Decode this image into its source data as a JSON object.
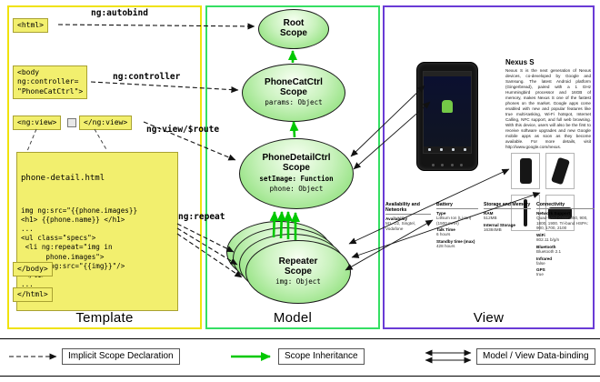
{
  "panels": {
    "template": "Template",
    "model": "Model",
    "view": "View"
  },
  "template": {
    "html_open": "<html>",
    "autobind_label": "ng:autobind",
    "body_open": "<body\nng:controller=\n\"PhoneCatCtrl\">",
    "controller_label": "ng:controller",
    "ngview_open": "<ng:view>",
    "ngview_close": "</ng:view>",
    "view_route_label": "ng:view/$route",
    "detail_file": "phone-detail.html",
    "code": "img ng:src=\"{{phone.images}}\n<h1> {{phone.name}} </h1>\n...\n<ul class=\"specs\">\n <li ng:repeat=\"img in\n      phone.images\">\n  <img ng:src=\"{{img}}\"/>\n </li>\n...",
    "repeat_label": "ng:repeat",
    "body_close": "</body>",
    "html_close": "</html>"
  },
  "model": {
    "root": {
      "title": "Root",
      "subtitle": "Scope"
    },
    "catctrl": {
      "title": "PhoneCatCtrl",
      "subtitle": "Scope",
      "prop1": "params: Object"
    },
    "detailctrl": {
      "title": "PhoneDetailCtrl",
      "subtitle": "Scope",
      "prop1": "setImage: Function",
      "prop2": "phone: Object"
    },
    "repeater": {
      "title": "Repeater",
      "subtitle": "Scope",
      "prop1": "img: Object"
    }
  },
  "view": {
    "phone_title": "Nexus S",
    "phone_description": "Nexus S is the next generation of Nexus devices, co-developed by Google and Samsung. The latest Android platform (Gingerbread), paired with a 1 GHz Hummingbird processor and 16GB of memory, makes Nexus S one of the fastest phones on the market. Google apps come enabled with new and popular features like true multi-tasking, Wi-Fi hotspot, Internet Calling, NFC support, and full web browsing. With this device, users will also be the first to receive software upgrades and new Google mobile apps as soon as they become available. For more details, visit http://www.google.com/nexus.",
    "specs": [
      {
        "header": "Availability and Networks",
        "rows": [
          {
            "label": "Availability",
            "value": "M1, O2, Singtel, Vodafone"
          }
        ]
      },
      {
        "header": "Battery",
        "rows": [
          {
            "label": "Type",
            "value": "Lithium Ion (Li-Ion) (1500 mAH)"
          },
          {
            "label": "Talk Time",
            "value": "6 hours"
          },
          {
            "label": "Standby time (max)",
            "value": "428 hours"
          }
        ]
      },
      {
        "header": "Storage and Memory",
        "rows": [
          {
            "label": "RAM",
            "value": "512MB"
          },
          {
            "label": "Internal Storage",
            "value": "16384MB"
          }
        ]
      },
      {
        "header": "Connectivity",
        "rows": [
          {
            "label": "Network Support",
            "value": "Quad-band GSM: 850, 900, 1800, 1900. Tri-band HSPA: 900, 1700, 2100"
          },
          {
            "label": "WiFi",
            "value": "802.11 b/g/n"
          },
          {
            "label": "Bluetooth",
            "value": "Bluetooth 2.1"
          },
          {
            "label": "Infrared",
            "value": "false"
          },
          {
            "label": "GPS",
            "value": "true"
          }
        ]
      }
    ]
  },
  "legend": {
    "implicit": "Implicit Scope Declaration",
    "inheritance": "Scope Inheritance",
    "databinding": "Model / View Data-binding"
  },
  "colors": {
    "template_border": "#f0e20c",
    "model_border": "#35df63",
    "view_border": "#6a3bd6",
    "box_yellow": "#f2ef6e",
    "scope_green": "#7cdb66",
    "arrow_green": "#00c800",
    "phone_black": "#141414"
  }
}
